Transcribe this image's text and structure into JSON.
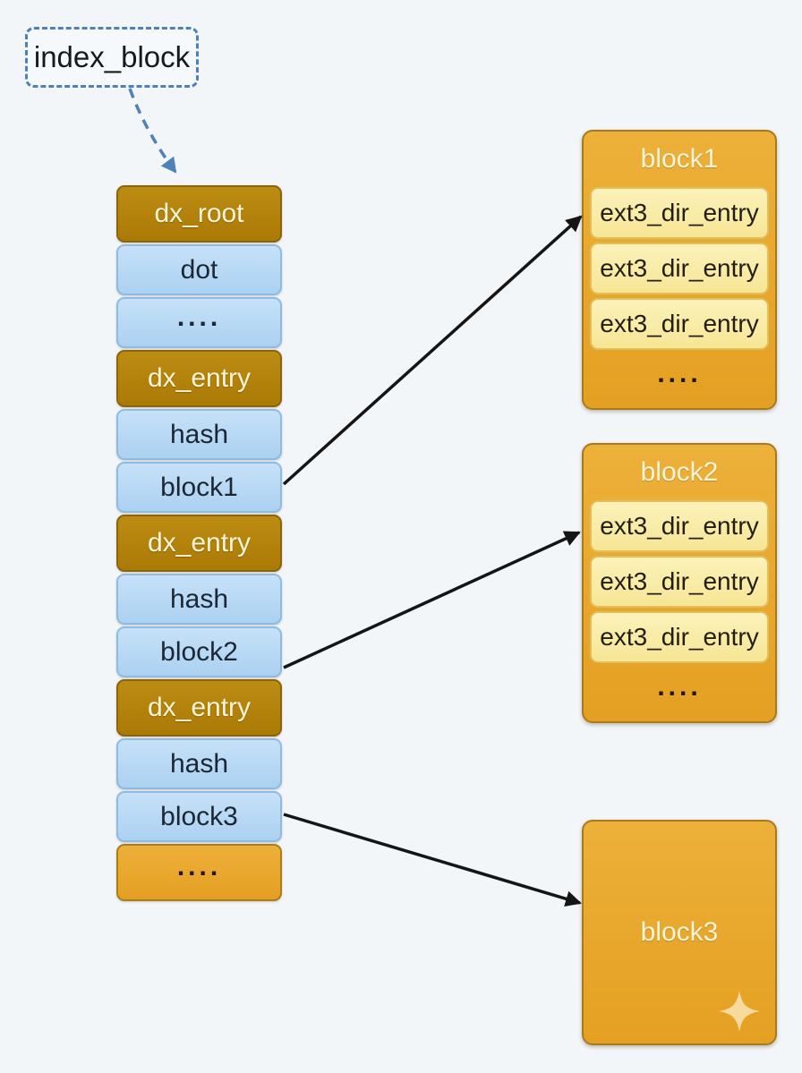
{
  "palette": {
    "background": "#f3f6f9",
    "header_fill": "#b5830d",
    "blue_cell_fill": "#b4d8f5",
    "amber_fill": "#e9a62b",
    "yellow_entry_fill": "#f8eba3",
    "cream_text": "#fdf5d7",
    "dashed_accent": "#4d82b8",
    "arrow_color": "#151515",
    "sparkle_color": "#f7da9c"
  },
  "index_label": {
    "text": "index_block"
  },
  "index_table": {
    "rows": [
      {
        "type": "header",
        "label": "dx_root"
      },
      {
        "type": "cell",
        "label": "dot"
      },
      {
        "type": "cell",
        "label": "...."
      },
      {
        "type": "header",
        "label": "dx_entry"
      },
      {
        "type": "cell",
        "label": "hash"
      },
      {
        "type": "cell",
        "label": "block1"
      },
      {
        "type": "header",
        "label": "dx_entry"
      },
      {
        "type": "cell",
        "label": "hash"
      },
      {
        "type": "cell",
        "label": "block2"
      },
      {
        "type": "header",
        "label": "dx_entry"
      },
      {
        "type": "cell",
        "label": "hash"
      },
      {
        "type": "cell",
        "label": "block3"
      },
      {
        "type": "amber",
        "label": "...."
      }
    ]
  },
  "blocks": [
    {
      "title": "block1",
      "entries": [
        "ext3_dir_entry",
        "ext3_dir_entry",
        "ext3_dir_entry"
      ],
      "more": "...."
    },
    {
      "title": "block2",
      "entries": [
        "ext3_dir_entry",
        "ext3_dir_entry",
        "ext3_dir_entry"
      ],
      "more": "...."
    },
    {
      "title": "block3",
      "entries": [],
      "more": ""
    }
  ]
}
